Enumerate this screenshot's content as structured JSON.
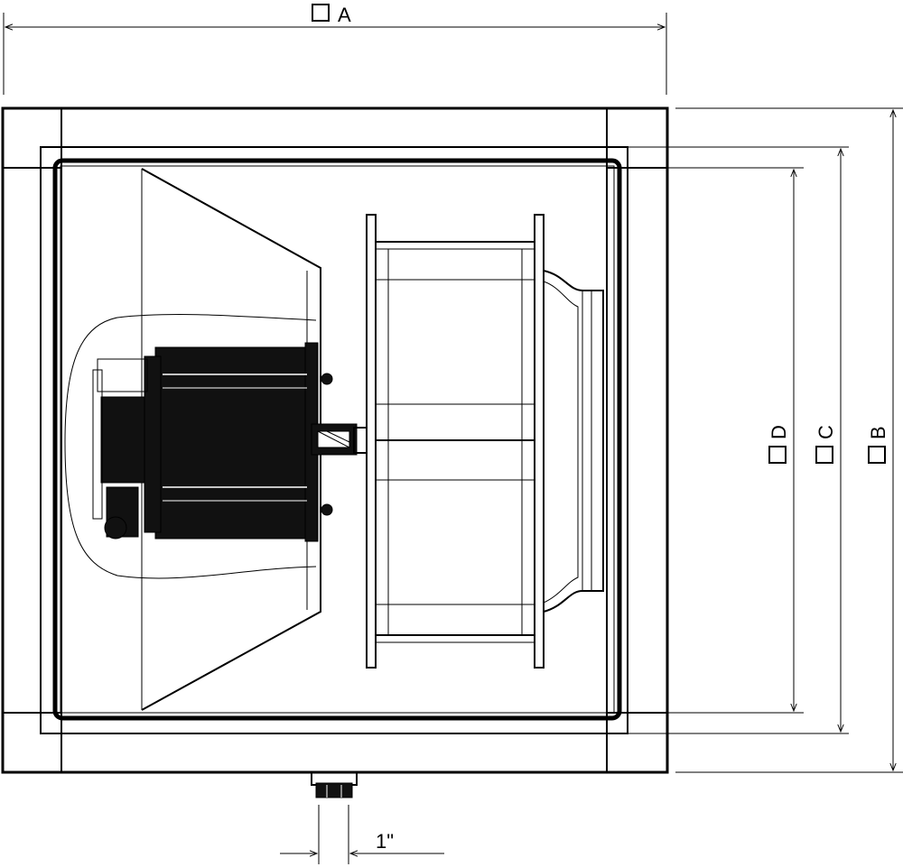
{
  "dimensions": {
    "width_label": "A",
    "height_outer_label": "B",
    "height_mid_label": "C",
    "height_inner_label": "D",
    "pipe_size_label": "1\""
  },
  "symbols": {
    "square_marker": "square-icon"
  }
}
